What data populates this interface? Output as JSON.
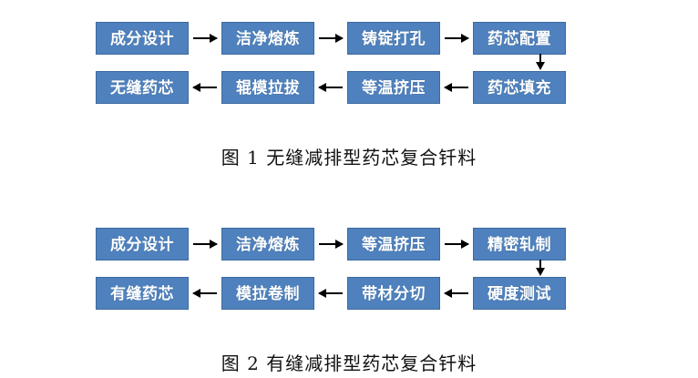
{
  "figures": [
    {
      "id": "figure-1",
      "caption": "图 1 无缝减排型药芯复合钎料",
      "top_row": [
        {
          "label": "成分设计"
        },
        {
          "label": "洁净熔炼"
        },
        {
          "label": "铸锭打孔"
        },
        {
          "label": "药芯配置"
        }
      ],
      "bottom_row": [
        {
          "label": "无缝药芯"
        },
        {
          "label": "辊模拉拔"
        },
        {
          "label": "等温挤压"
        },
        {
          "label": "药芯填充"
        }
      ],
      "top_arrows": [
        "arrow-right",
        "arrow-right",
        "arrow-right"
      ],
      "bottom_arrows": [
        "arrow-left",
        "arrow-left",
        "arrow-left"
      ],
      "link_arrow": "arrow-down"
    },
    {
      "id": "figure-2",
      "caption": "图 2 有缝减排型药芯复合钎料",
      "top_row": [
        {
          "label": "成分设计"
        },
        {
          "label": "洁净熔炼"
        },
        {
          "label": "等温挤压"
        },
        {
          "label": "精密轧制"
        }
      ],
      "bottom_row": [
        {
          "label": "有缝药芯"
        },
        {
          "label": "模拉卷制"
        },
        {
          "label": "带材分切"
        },
        {
          "label": "硬度测试"
        }
      ],
      "top_arrows": [
        "arrow-right",
        "arrow-right",
        "arrow-right"
      ],
      "bottom_arrows": [
        "arrow-left",
        "arrow-left",
        "arrow-left"
      ],
      "link_arrow": "arrow-down"
    }
  ],
  "style": {
    "node_fill": "#4e81bd",
    "node_border": "#3d6a9e",
    "node_text": "#ffffff",
    "arrow_color": "#000000",
    "background": "#ffffff",
    "caption_color": "#111111"
  }
}
